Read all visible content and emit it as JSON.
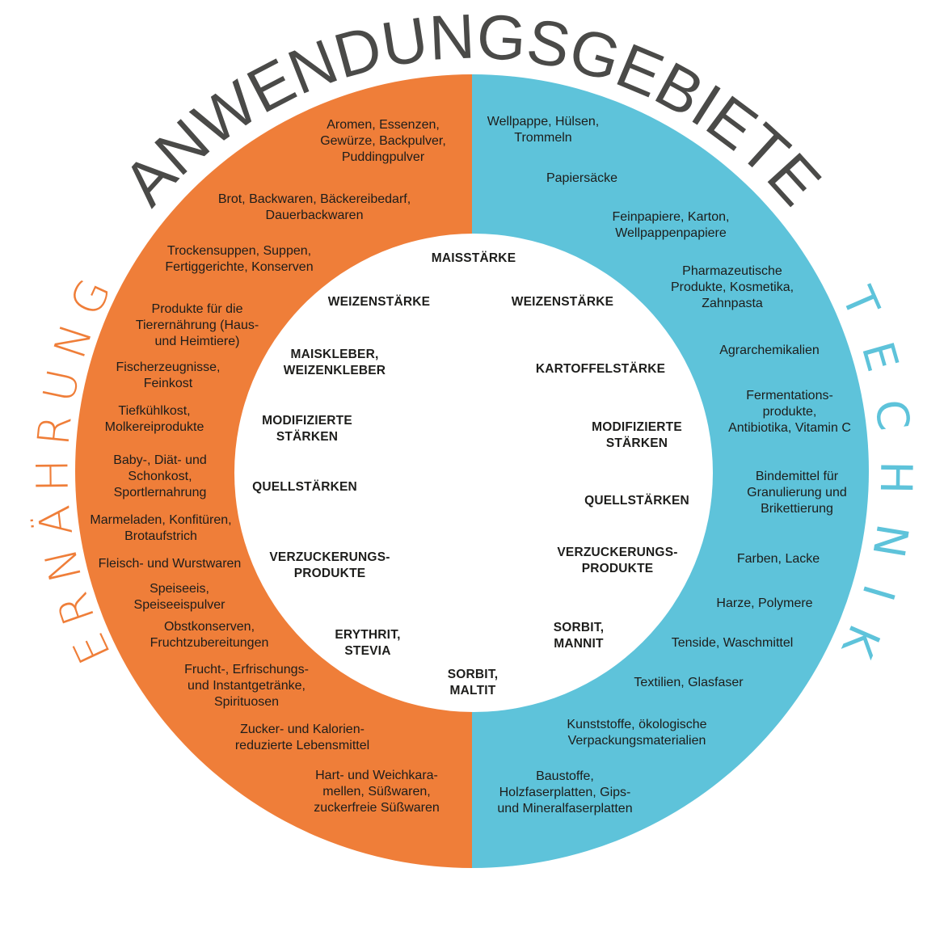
{
  "title": "ANWENDUNGSGEBIETE",
  "left_section": {
    "label": "ERNÄHRUNG",
    "color": "#EF7E39",
    "items": [
      "Aromen, Essenzen,\nGewürze, Backpulver,\nPuddingpulver",
      "Brot, Backwaren, Bäckereibedarf,\nDauerbackwaren",
      "Trockensuppen, Suppen,\nFertiggerichte, Konserven",
      "Produkte für die\nTierernährung (Haus-\nund Heimtiere)",
      "Fischerzeugnisse,\nFeinkost",
      "Tiefkühlkost,\nMolkereiprodukte",
      "Baby-, Diät- und\nSchonkost,\nSportlernahrung",
      "Marmeladen, Konfitüren,\nBrotaufstrich",
      "Fleisch- und Wurstwaren",
      "Speiseeis,\nSpeiseeispulver",
      "Obstkonserven,\nFruchtzubereitungen",
      "Frucht-, Erfrischungs-\nund Instantgetränke,\nSpirituosen",
      "Zucker- und Kalorien-\nreduzierte Lebensmittel",
      "Hart- und Weichkara-\nmellen, Süßwaren,\nzuckerfreie Süßwaren"
    ]
  },
  "right_section": {
    "label": "TECHNIK",
    "color": "#5EC3DA",
    "items": [
      "Wellpappe, Hülsen,\nTrommeln",
      "Papiersäcke",
      "Feinpapiere, Karton,\nWellpappenpapiere",
      "Pharmazeutische\nProdukte, Kosmetika,\nZahnpasta",
      "Agrarchemikalien",
      "Fermentations-\nprodukte,\nAntibiotika, Vitamin C",
      "Bindemittel für\nGranulierung und\nBrikettierung",
      "Farben, Lacke",
      "Harze, Polymere",
      "Tenside, Waschmittel",
      "Textilien, Glasfaser",
      "Kunststoffe, ökologische\nVerpackungsmaterialien",
      "Baustoffe,\nHolzfaserplatten, Gips-\nund Mineralfaserplatten"
    ]
  },
  "center": {
    "top": "MAISSTÄRKE",
    "bottom": "SORBIT,\nMALTIT",
    "left": [
      "WEIZENSTÄRKE",
      "MAISKLEBER,\nWEIZENKLEBER",
      "MODIFIZIERTE\nSTÄRKEN",
      "QUELLSTÄRKEN",
      "VERZUCKERUNGS-\nPRODUKTE",
      "ERYTHRIT,\nSTEVIA"
    ],
    "right": [
      "WEIZENSTÄRKE",
      "KARTOFFELSTÄRKE",
      "MODIFIZIERTE\nSTÄRKEN",
      "QUELLSTÄRKEN",
      "VERZUCKERUNGS-\nPRODUKTE",
      "SORBIT,\nMANNIT"
    ]
  },
  "colors": {
    "title": "#4A4A48",
    "text": "#1D1D1B"
  }
}
